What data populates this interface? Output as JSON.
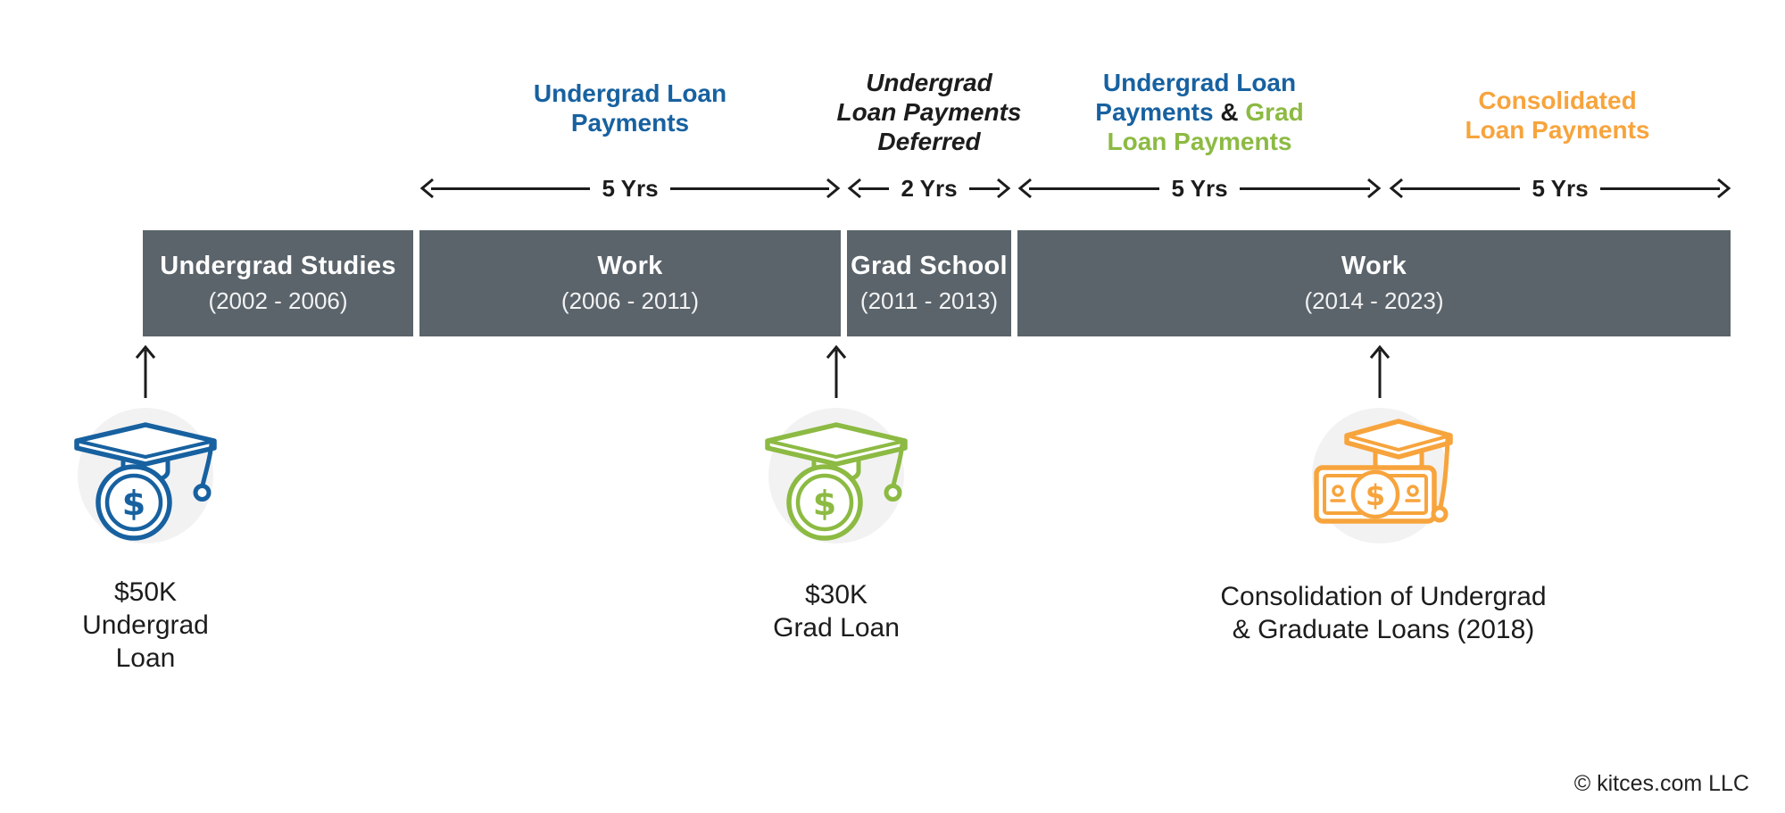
{
  "colors": {
    "bar": "#5b646b",
    "blue": "#1761a0",
    "green": "#8cba43",
    "orange": "#f7a43d",
    "ink": "#1c1c1c",
    "icon_bg": "#f2f2f2"
  },
  "phases": [
    {
      "line1": "Undergrad Loan",
      "line2": "Payments",
      "duration": "5 Yrs"
    },
    {
      "line1": "Undergrad",
      "line2": "Loan Payments",
      "line3": "Deferred",
      "duration": "2 Yrs"
    },
    {
      "line1": "Undergrad Loan",
      "line2a": "Payments",
      "line2b": "&",
      "line2c": "Grad",
      "line3": "Loan Payments",
      "duration": "5 Yrs"
    },
    {
      "line1": "Consolidated",
      "line2": "Loan Payments",
      "duration": "5 Yrs"
    }
  ],
  "timeline": {
    "segments": [
      {
        "title": "Undergrad Studies",
        "years": "(2002 - 2006)"
      },
      {
        "title": "Work",
        "years": "(2006 - 2011)"
      },
      {
        "title": "Grad School",
        "years": "(2011 - 2013)"
      },
      {
        "title": "Work",
        "years": "(2014 - 2023)"
      }
    ]
  },
  "events": [
    {
      "symbol": "$",
      "line1": "$50K",
      "line2": "Undergrad",
      "line3": "Loan"
    },
    {
      "symbol": "$",
      "line1": "$30K",
      "line2": "Grad Loan"
    },
    {
      "symbol": "$",
      "line1": "Consolidation of Undergrad",
      "line2": "& Graduate Loans (2018)"
    }
  ],
  "footer": {
    "copyright": "© kitces.com LLC"
  }
}
